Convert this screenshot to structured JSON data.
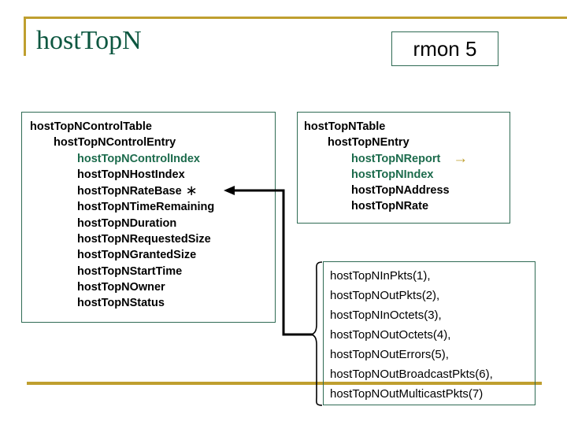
{
  "slide": {
    "title": "hostTopN",
    "tag": "rmon 5",
    "accent_gold": "#bf9f2f",
    "title_green": "#0d5740",
    "box_border_green": "#2f6b54",
    "highlight_green": "#1c6b4c"
  },
  "control_box": {
    "items": [
      {
        "label": "hostTopNControlTable",
        "level": 1,
        "color": "black",
        "marker": ""
      },
      {
        "label": "hostTopNControlEntry",
        "level": 2,
        "color": "black",
        "marker": ""
      },
      {
        "label": "hostTopNControlIndex",
        "level": 3,
        "color": "green",
        "marker": ""
      },
      {
        "label": "hostTopNHostIndex",
        "level": 3,
        "color": "black",
        "marker": ""
      },
      {
        "label": "hostTopNRateBase",
        "level": 3,
        "color": "black",
        "marker": "*"
      },
      {
        "label": "hostTopNTimeRemaining",
        "level": 3,
        "color": "black",
        "marker": ""
      },
      {
        "label": "hostTopNDuration",
        "level": 3,
        "color": "black",
        "marker": ""
      },
      {
        "label": "hostTopNRequestedSize",
        "level": 3,
        "color": "black",
        "marker": ""
      },
      {
        "label": "hostTopNGrantedSize",
        "level": 3,
        "color": "black",
        "marker": ""
      },
      {
        "label": "hostTopNStartTime",
        "level": 3,
        "color": "black",
        "marker": ""
      },
      {
        "label": "hostTopNOwner",
        "level": 3,
        "color": "black",
        "marker": ""
      },
      {
        "label": "hostTopNStatus",
        "level": 3,
        "color": "black",
        "marker": ""
      }
    ]
  },
  "table_box": {
    "items": [
      {
        "label": "hostTopNTable",
        "level": 1,
        "color": "black",
        "marker": ""
      },
      {
        "label": "hostTopNEntry",
        "level": 2,
        "color": "black",
        "marker": ""
      },
      {
        "label": "hostTopNReport",
        "level": 3,
        "color": "green",
        "marker": "→"
      },
      {
        "label": "hostTopNIndex",
        "level": 3,
        "color": "green",
        "marker": ""
      },
      {
        "label": "hostTopNAddress",
        "level": 3,
        "color": "black",
        "marker": ""
      },
      {
        "label": "hostTopNRate",
        "level": 3,
        "color": "black",
        "marker": ""
      }
    ]
  },
  "report_box": {
    "items": [
      "hostTopNInPkts(1),",
      "hostTopNOutPkts(2),",
      "hostTopNInOctets(3),",
      "hostTopNOutOctets(4),",
      "hostTopNOutErrors(5),",
      "hostTopNOutBroadcastPkts(6),",
      "hostTopNOutMulticastPkts(7)"
    ]
  },
  "connector": {
    "name": "rate-base-to-report-enum-connector",
    "description": "arrow from enumeration brace back to hostTopNRateBase"
  }
}
